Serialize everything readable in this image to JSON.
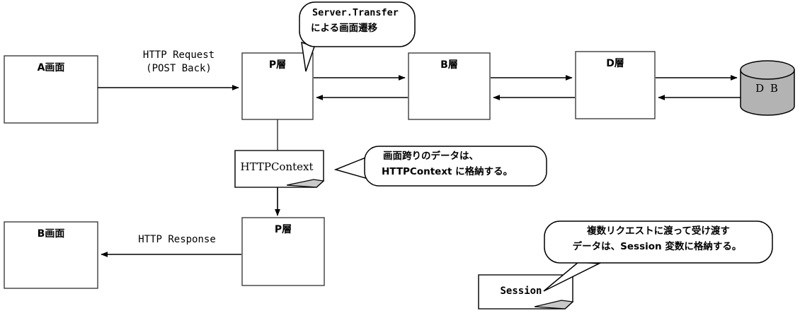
{
  "diagram": {
    "title": "ASP.NET screen transition / layer architecture diagram",
    "colors": {
      "stroke": "#000000",
      "box_stroke": "#3d3d3d",
      "db_fill": "#b3b3b3",
      "fold_fill": "#c9c9c9",
      "background": "#ffffff"
    },
    "nodes": {
      "screen_a": {
        "label": "A画面",
        "shape": "rectangle"
      },
      "p_layer_top": {
        "label": "P層",
        "shape": "rectangle"
      },
      "b_layer": {
        "label": "B層",
        "shape": "rectangle"
      },
      "d_layer": {
        "label": "D層",
        "shape": "rectangle"
      },
      "database": {
        "label": "D B",
        "shape": "cylinder"
      },
      "http_context": {
        "label": "HTTPContext",
        "shape": "document"
      },
      "p_layer_bottom": {
        "label": "P層",
        "shape": "rectangle"
      },
      "screen_b": {
        "label": "B画面",
        "shape": "rectangle"
      },
      "session": {
        "label": "Session",
        "shape": "document"
      }
    },
    "edge_labels": {
      "http_request_line1": "HTTP Request",
      "http_request_line2": "(POST Back)",
      "http_response": "HTTP Response"
    },
    "callouts": {
      "server_transfer": {
        "line1": "Server.Transfer",
        "line2": "による画面遷移"
      },
      "http_context_note": {
        "line1": "画面跨りのデータは、",
        "line2": "HTTPContext に格納する。"
      },
      "session_note": {
        "line1": "複数リクエストに渡って受け渡す",
        "line2": "データは、Session 変数に格納する。"
      }
    }
  }
}
